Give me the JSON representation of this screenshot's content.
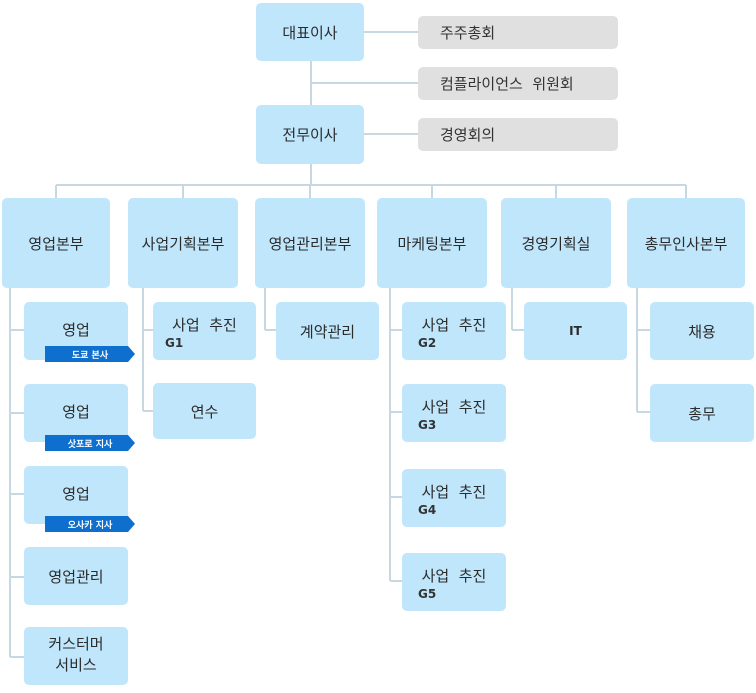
{
  "ceo": "대표이사",
  "managing_director": "전무이사",
  "side": {
    "shareholders": "주주총회",
    "compliance": "컴플라이언스  위원회",
    "management_meeting": "경영회의"
  },
  "divisions": {
    "sales": "영업본부",
    "business_planning": "사업기획본부",
    "sales_management": "영업관리본부",
    "marketing": "마케팅본부",
    "management_planning": "경영기획실",
    "general_hr": "총무인사본부"
  },
  "sales_units": {
    "unit_label": "영업",
    "tokyo": "도쿄 본사",
    "sapporo": "삿포로 지사",
    "osaka": "오사카 지사",
    "sales_mgmt": "영업관리",
    "cs_line1": "커스터머",
    "cs_line2": "서비스"
  },
  "bp_units": {
    "promo_label": "사업  추진",
    "g1": "G1",
    "training": "연수"
  },
  "sm_units": {
    "contract": "계약관리"
  },
  "mk_units": {
    "promo_label": "사업  추진",
    "g2": "G2",
    "g3": "G3",
    "g4": "G4",
    "g5": "G5"
  },
  "mp_units": {
    "it": "IT"
  },
  "hr_units": {
    "recruit": "채용",
    "general": "총무"
  }
}
